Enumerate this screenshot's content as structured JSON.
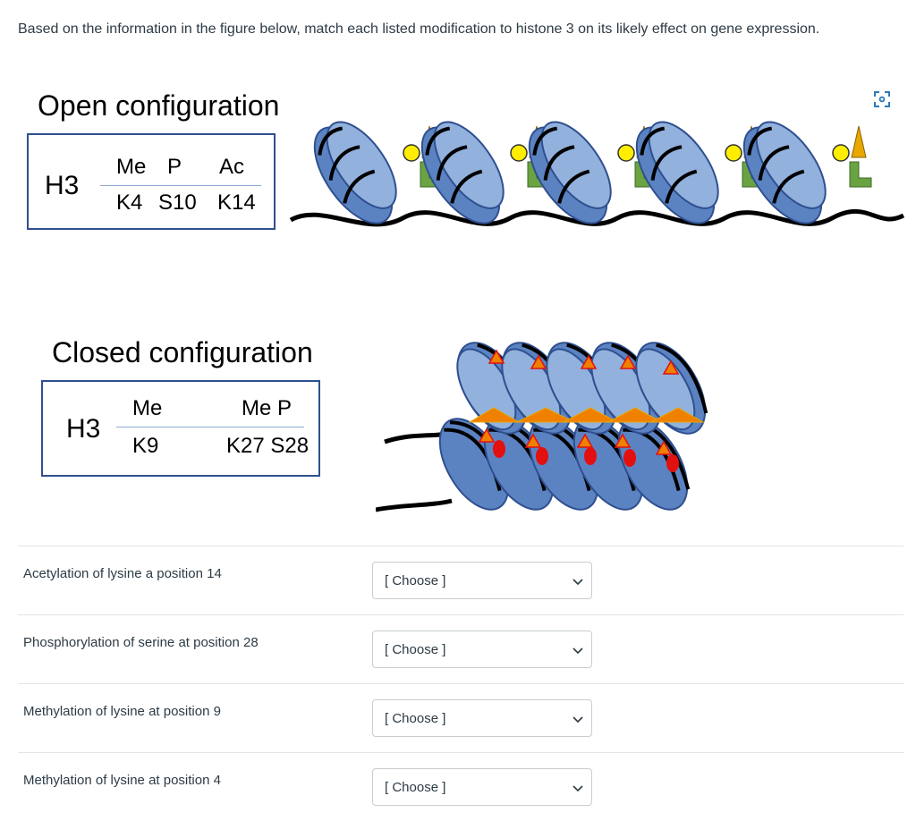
{
  "question": {
    "text": "Based on the information in the figure below, match each listed modification to histone 3 on its likely effect on gene expression."
  },
  "figure": {
    "open": {
      "title": "Open configuration",
      "histone": "H3",
      "mods": [
        "Me",
        "P",
        "Ac"
      ],
      "sites": [
        "K4",
        "S10",
        "K14"
      ]
    },
    "closed": {
      "title": "Closed configuration",
      "histone": "H3",
      "mods": [
        "Me",
        "Me P"
      ],
      "sites": [
        "K9",
        "K27 S28"
      ]
    },
    "colors": {
      "nucleosome": "#5b83c2",
      "nucleosome_top": "#92b1dd",
      "dna": "#000000",
      "methyl_marker": "#ffee00",
      "phospho_marker": "#e8a800",
      "acetyl_marker": "#6aa342",
      "closed_triangle": "#f08000",
      "closed_dot": "#e31010"
    }
  },
  "focus_icon": "focus-frame-icon",
  "rows": [
    {
      "label": "Acetylation of lysine a position 14",
      "select": "[ Choose ]"
    },
    {
      "label": "Phosphorylation of serine at position 28",
      "select": "[ Choose ]"
    },
    {
      "label": "Methylation of lysine at position 9",
      "select": "[ Choose ]"
    },
    {
      "label": "Methylation of lysine at position 4",
      "select": "[ Choose ]"
    }
  ]
}
